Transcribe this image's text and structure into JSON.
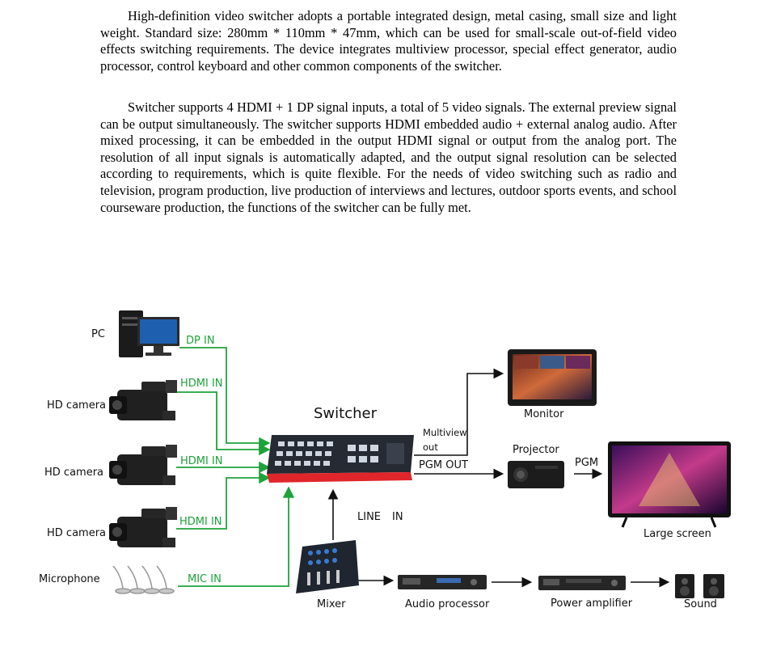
{
  "paragraphs": [
    "High-definition video switcher adopts a portable integrated design, metal casing, small size and light weight. Standard size: 280mm * 110mm * 47mm, which can be used for small-scale out-of-field video effects switching requirements. The device integrates multiview processor, special effect generator, audio processor, control keyboard and other common components of the switcher.",
    "Switcher supports 4 HDMI + 1 DP signal inputs, a total of 5 video signals. The external preview signal can be output simultaneously. The switcher supports HDMI embedded audio + external analog audio. After mixed processing, it can be embedded in the output HDMI signal or output from the analog port. The resolution of all input signals is automatically adapted, and the output signal resolution can be selected according to requirements, which is quite flexible. For the needs of video switching such as radio and television, program production, live production of interviews and lectures, outdoor sports events, and school courseware production, the functions of the switcher can be fully met."
  ],
  "diagram": {
    "devices": {
      "pc": "PC",
      "camera1": "HD camera",
      "camera2": "HD camera",
      "camera3": "HD camera",
      "microphone": "Microphone",
      "switcher": "Switcher",
      "monitor": "Monitor",
      "projector": "Projector",
      "large_screen": "Large screen",
      "mixer": "Mixer",
      "audio_processor": "Audio processor",
      "power_amplifier": "Power amplifier",
      "sound": "Sound"
    },
    "signals": {
      "dp_in": "DP IN",
      "hdmi_in_1": "HDMI IN",
      "hdmi_in_2": "HDMI IN",
      "hdmi_in_3": "HDMI IN",
      "mic_in": "MIC IN",
      "multiview_out_1": "Multiview",
      "multiview_out_2": "out",
      "pgm_out": "PGM OUT",
      "pgm": "PGM",
      "line_in_1": "LINE",
      "line_in_2": "IN"
    },
    "colors": {
      "signal_line": "#1ea33a",
      "output_line": "#111111",
      "switcher_accent": "#e0262b"
    }
  }
}
